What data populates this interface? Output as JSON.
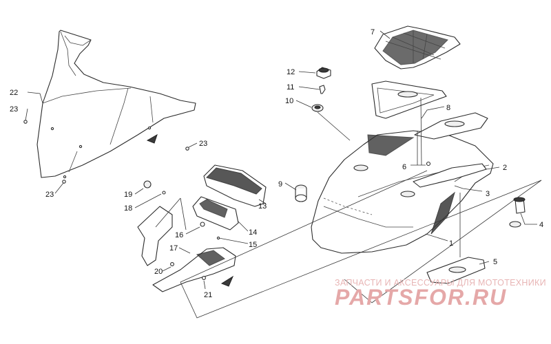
{
  "callouts": [
    {
      "id": "c1",
      "text": "1"
    },
    {
      "id": "c2",
      "text": "2"
    },
    {
      "id": "c3",
      "text": "3"
    },
    {
      "id": "c4",
      "text": "4"
    },
    {
      "id": "c5",
      "text": "5"
    },
    {
      "id": "c6",
      "text": "6"
    },
    {
      "id": "c7",
      "text": "7"
    },
    {
      "id": "c8",
      "text": "8"
    },
    {
      "id": "c9",
      "text": "9"
    },
    {
      "id": "c10",
      "text": "10"
    },
    {
      "id": "c11",
      "text": "11"
    },
    {
      "id": "c12",
      "text": "12"
    },
    {
      "id": "c13",
      "text": "13"
    },
    {
      "id": "c14",
      "text": "14"
    },
    {
      "id": "c15",
      "text": "15"
    },
    {
      "id": "c16",
      "text": "16"
    },
    {
      "id": "c17",
      "text": "17"
    },
    {
      "id": "c18",
      "text": "18"
    },
    {
      "id": "c19",
      "text": "19"
    },
    {
      "id": "c20",
      "text": "20"
    },
    {
      "id": "c21",
      "text": "21"
    },
    {
      "id": "c22",
      "text": "22"
    },
    {
      "id": "c23a",
      "text": "23"
    },
    {
      "id": "c23b",
      "text": "23"
    },
    {
      "id": "c23c",
      "text": "23"
    }
  ],
  "watermark": {
    "tagline": "ЗАПЧАСТИ И АКСЕССУАРЫ ДЛЯ МОТОТЕХНИКИ",
    "brand": "PARTSFOR.RU"
  }
}
